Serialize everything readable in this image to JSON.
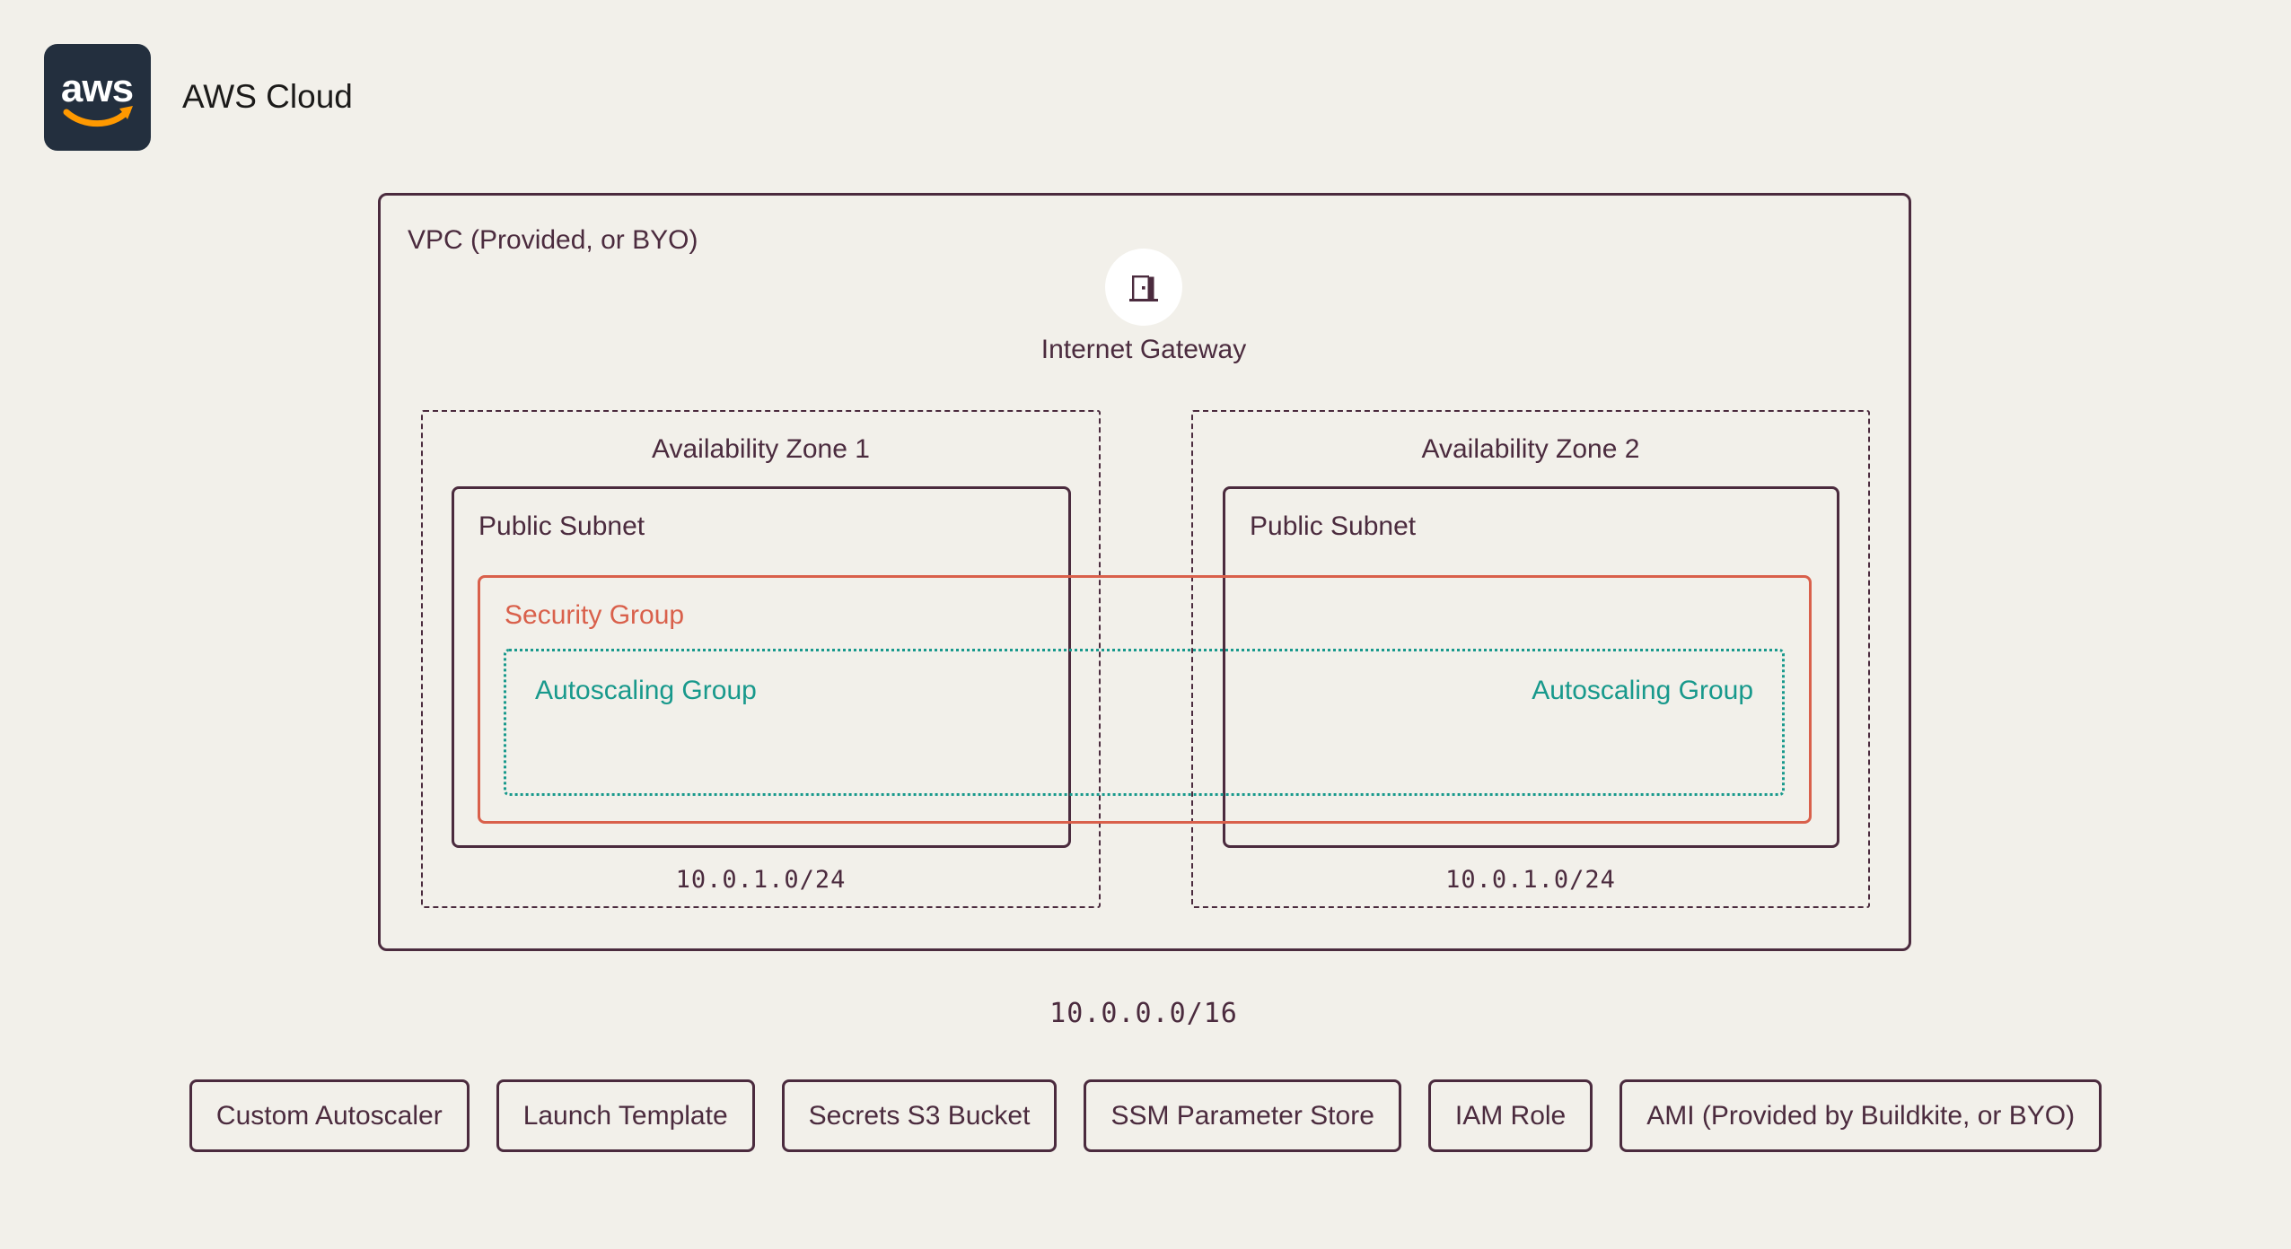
{
  "colors": {
    "background": "#F2F0EA",
    "outline_plum": "#4B2B3E",
    "security_group_orange": "#D9604B",
    "autoscaling_teal": "#18998C",
    "aws_logo_navy": "#232F3E",
    "aws_smile_orange": "#FF9900",
    "header_text": "#1B1A19",
    "gateway_circle": "#FFFFFF"
  },
  "header": {
    "logo_text": "aws",
    "label": "AWS Cloud"
  },
  "diagram": {
    "vpc": {
      "label": "VPC (Provided, or BYO)",
      "cidr": "10.0.0.0/16"
    },
    "internet_gateway": {
      "label": "Internet Gateway",
      "icon": "door-icon"
    },
    "availability_zones": [
      {
        "label": "Availability Zone 1",
        "subnet": {
          "label": "Public Subnet",
          "cidr": "10.0.1.0/24"
        }
      },
      {
        "label": "Availability Zone 2",
        "subnet": {
          "label": "Public Subnet",
          "cidr": "10.0.1.0/24"
        }
      }
    ],
    "security_group": {
      "label": "Security Group"
    },
    "autoscaling_group": {
      "label": "Autoscaling Group"
    },
    "resources": [
      "Custom Autoscaler",
      "Launch Template",
      "Secrets S3 Bucket",
      "SSM Parameter Store",
      "IAM Role",
      "AMI (Provided by Buildkite, or BYO)"
    ]
  }
}
